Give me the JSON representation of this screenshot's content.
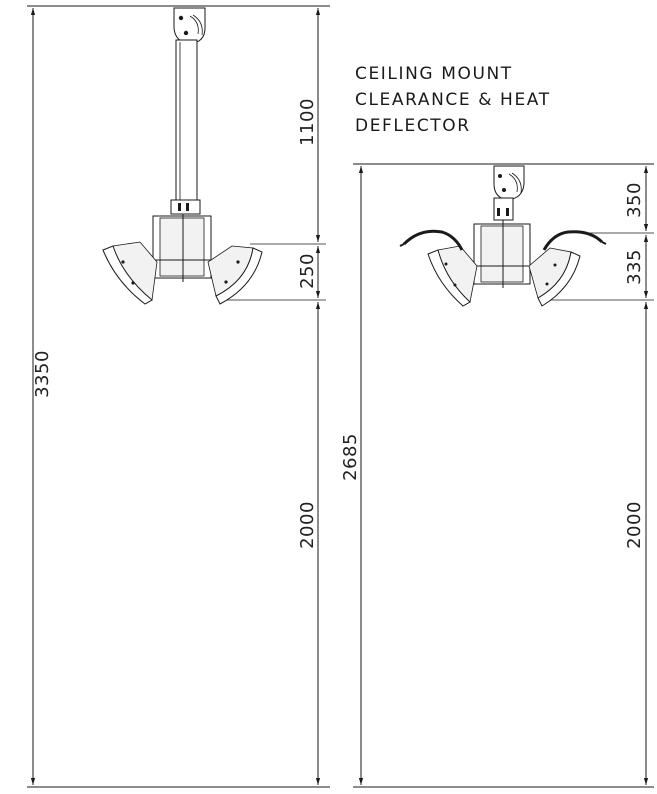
{
  "title": {
    "lines": [
      "CEILING MOUNT",
      "CLEARANCE & HEAT",
      "DEFLECTOR"
    ]
  },
  "left_view": {
    "dims": {
      "overall": "3350",
      "pole": "1100",
      "heater": "250",
      "floor": "2000"
    }
  },
  "right_view": {
    "dims": {
      "overall": "2685",
      "bracket": "350",
      "heater_with_deflector": "335",
      "floor": "2000"
    }
  },
  "colors": {
    "line": "#1a1a1a",
    "background": "#ffffff"
  }
}
